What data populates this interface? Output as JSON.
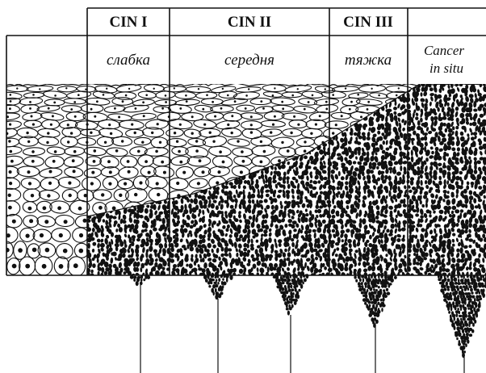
{
  "columns": [
    {
      "grade": "CIN I",
      "degree": "слабка"
    },
    {
      "grade": "CIN II",
      "degree": "середня"
    },
    {
      "grade": "CIN III",
      "degree": "тяжка"
    },
    {
      "grade": "",
      "degree_line1": "Cancer",
      "degree_line2": "in situ"
    }
  ],
  "colors": {
    "ink": "#111111",
    "paper": "#ffffff"
  }
}
